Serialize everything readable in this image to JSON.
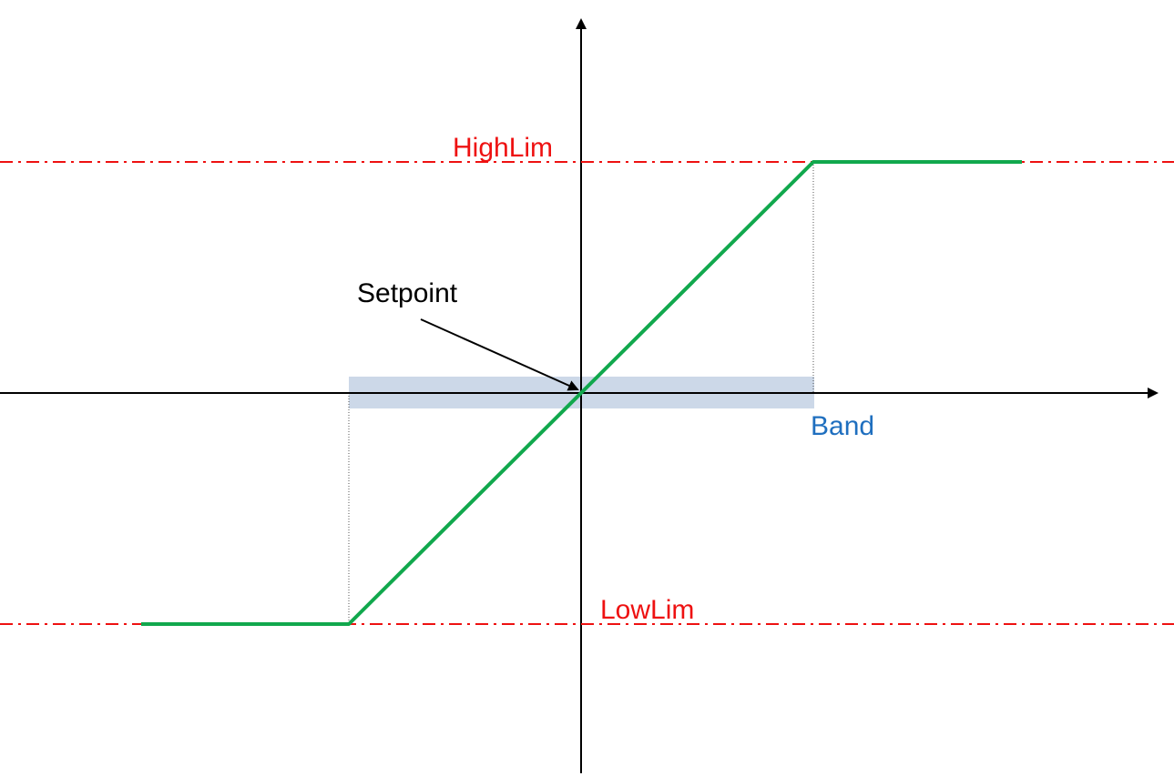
{
  "labels": {
    "high_limit": "HighLim",
    "low_limit": "LowLim",
    "setpoint": "Setpoint",
    "band": "Band"
  },
  "colors": {
    "limit_lines": "#ee1111",
    "response_curve": "#11a84d",
    "band_fill": "#ccd8e8",
    "band_label": "#1f6fbf",
    "axes": "#000000"
  }
}
